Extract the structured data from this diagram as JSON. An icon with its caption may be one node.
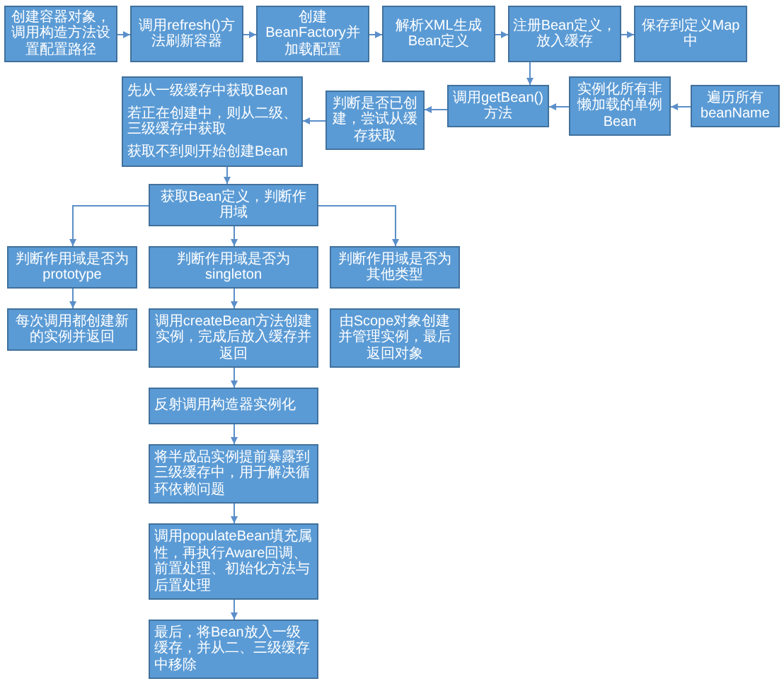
{
  "diagram": {
    "nodes": [
      {
        "text": [
          "创建容器对象，调用构造方法设置配置路径"
        ]
      },
      {
        "text": [
          "调用refresh()方法刷新容器"
        ]
      },
      {
        "text": [
          "创建BeanFactory并加载配置"
        ]
      },
      {
        "text": [
          "解析XML生成Bean定义"
        ]
      },
      {
        "text": [
          "注册Bean定义，放入缓存"
        ]
      },
      {
        "text": [
          "保存到定义Map中"
        ]
      },
      {
        "text": [
          "先从一级缓存中获取Bean",
          "若正在创建中，则从二级、三级缓存中获取",
          "获取不到则开始创建Bean"
        ]
      },
      {
        "text": [
          "判断是否已创建，尝试从缓存获取"
        ]
      },
      {
        "text": [
          "调用getBean()方法"
        ]
      },
      {
        "text": [
          "实例化所有非懒加载的单例Bean"
        ]
      },
      {
        "text": [
          "遍历所有beanName"
        ]
      },
      {
        "text": [
          "获取Bean定义，判断作用域"
        ]
      },
      {
        "text": [
          "判断作用域是否为prototype"
        ]
      },
      {
        "text": [
          "判断作用域是否为singleton"
        ]
      },
      {
        "text": [
          "判断作用域是否为其他类型"
        ]
      },
      {
        "text": [
          "每次调用都创建新的实例并返回"
        ]
      },
      {
        "text": [
          "调用createBean方法创建实例，完成后放入缓存并返回"
        ]
      },
      {
        "text": [
          "由Scope对象创建并管理实例，最后返回对象"
        ]
      },
      {
        "text": [
          "反射调用构造器实例化"
        ]
      },
      {
        "text": [
          "将半成品实例提前暴露到三级缓存中，用于解决循环依赖问题"
        ]
      },
      {
        "text": [
          "调用populateBean填充属性，再执行Aware回调、前置处理、初始化方法与后置处理"
        ]
      },
      {
        "text": [
          "最后，将Bean放入一级缓存，并从二、三级缓存中移除"
        ]
      }
    ],
    "edges": [
      {
        "from": 0,
        "to": 1,
        "arrow": "to"
      },
      {
        "from": 1,
        "to": 2,
        "arrow": "to"
      },
      {
        "from": 2,
        "to": 3,
        "arrow": "to"
      },
      {
        "from": 3,
        "to": 4,
        "arrow": "to"
      },
      {
        "from": 4,
        "to": 5,
        "arrow": "to"
      },
      {
        "from": 4,
        "to": 8,
        "arrow": "to"
      },
      {
        "from": 10,
        "to": 9,
        "arrow": "to"
      },
      {
        "from": 9,
        "to": 8,
        "arrow": "to"
      },
      {
        "from": 8,
        "to": 7,
        "arrow": "to"
      },
      {
        "from": 7,
        "to": 6,
        "arrow": "to"
      },
      {
        "from": 6,
        "to": 11,
        "arrow": "to"
      },
      {
        "from": 11,
        "to": 12,
        "arrow": "to"
      },
      {
        "from": 11,
        "to": 13,
        "arrow": "to"
      },
      {
        "from": 11,
        "to": 14,
        "arrow": "to"
      },
      {
        "from": 12,
        "to": 15,
        "arrow": "to"
      },
      {
        "from": 13,
        "to": 16,
        "arrow": "to"
      },
      {
        "from": 16,
        "to": 18,
        "arrow": "to"
      },
      {
        "from": 18,
        "to": 19,
        "arrow": "to"
      },
      {
        "from": 19,
        "to": 20,
        "arrow": "to"
      },
      {
        "from": 20,
        "to": 21,
        "arrow": "to"
      }
    ]
  }
}
